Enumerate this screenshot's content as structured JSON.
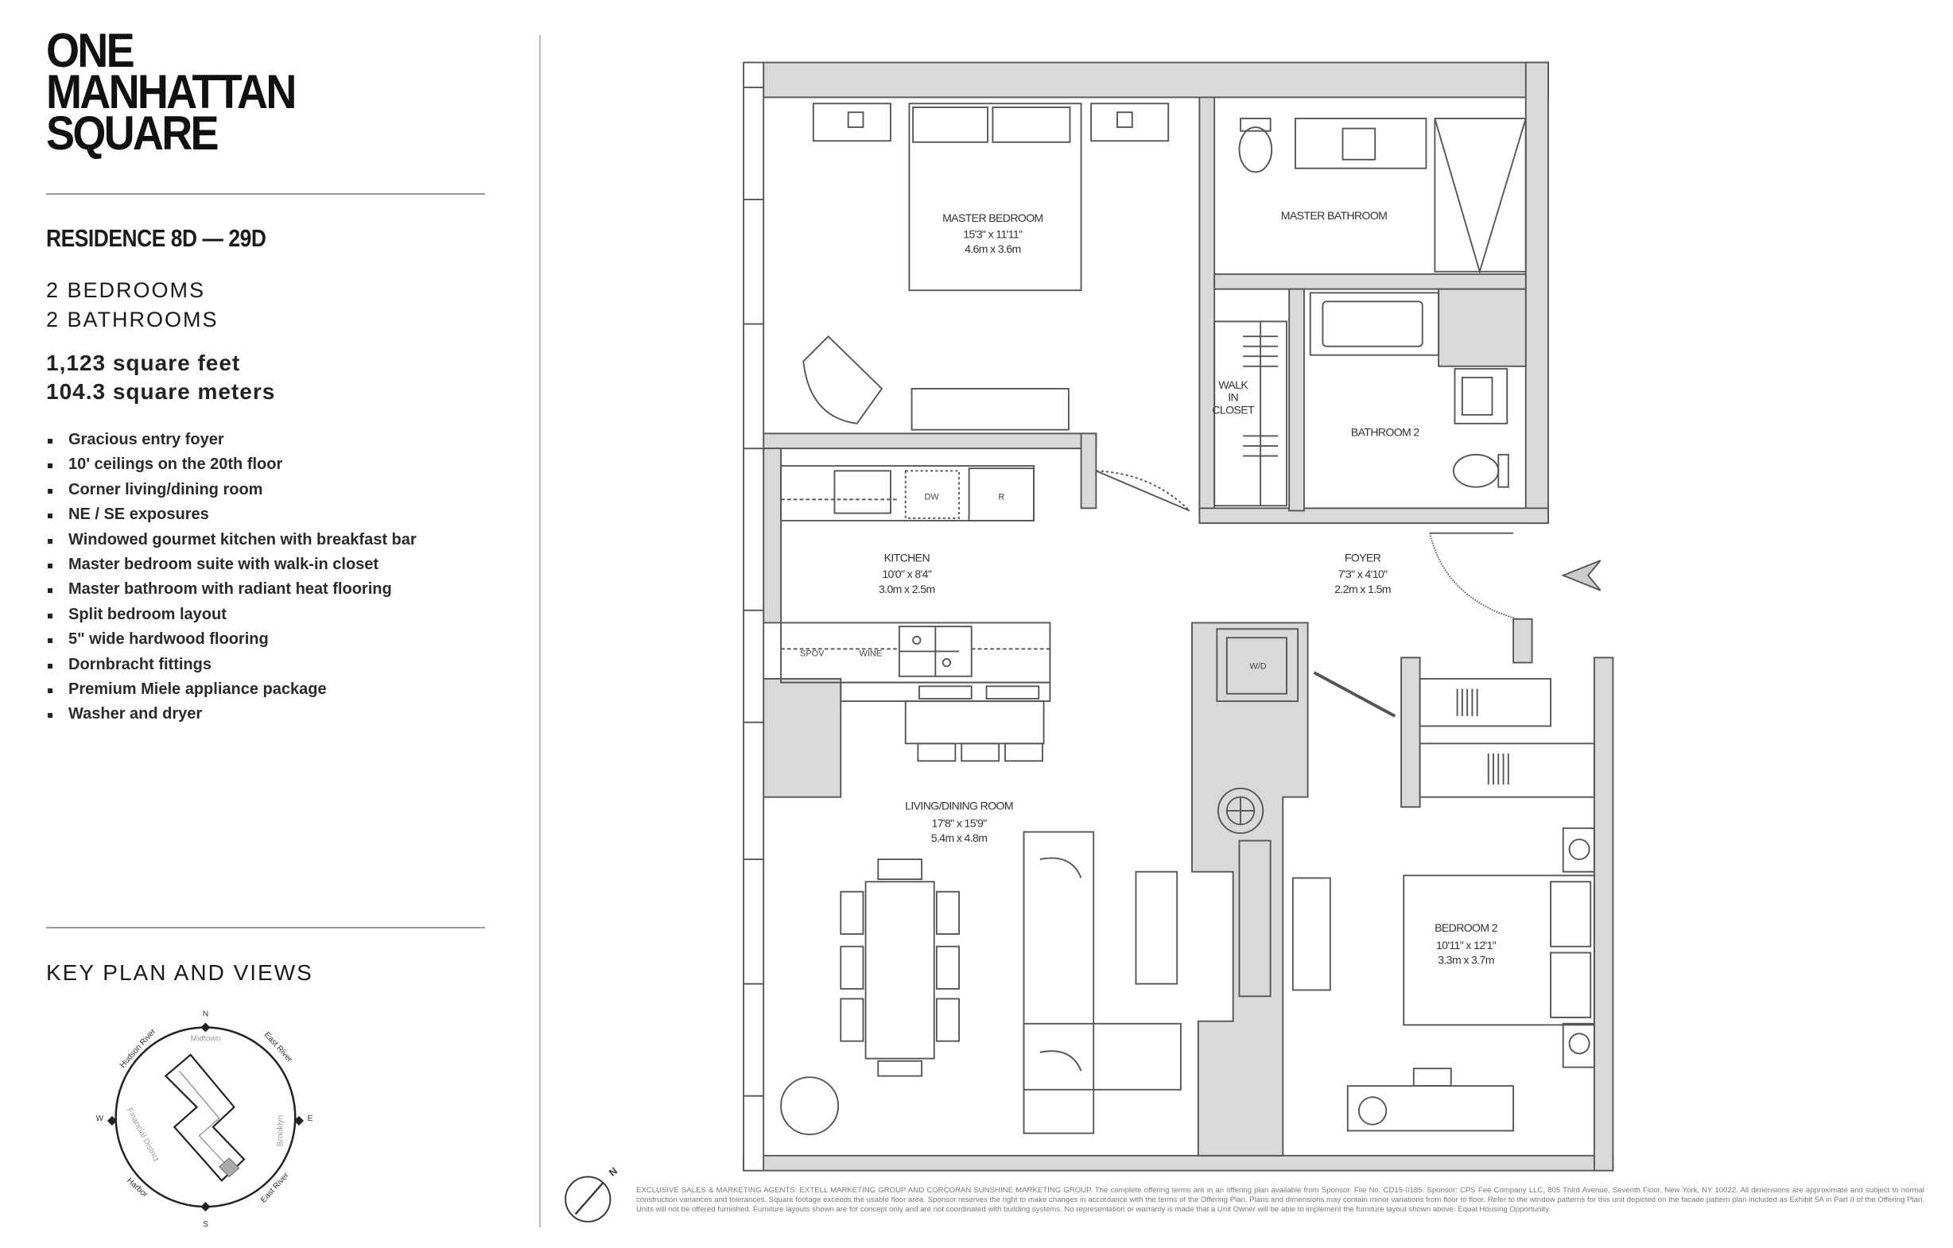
{
  "logo": {
    "lines": [
      "ONE",
      "MANHATTAN",
      "SQUARE"
    ]
  },
  "residence": {
    "title": "RESIDENCE 8D — 29D",
    "bedrooms": "2 BEDROOMS",
    "bathrooms": "2 BATHROOMS",
    "square_feet": "1,123 square feet",
    "square_meters": "104.3 square meters"
  },
  "features": [
    "Gracious entry foyer",
    "10' ceilings on the 20th floor",
    "Corner living/dining room",
    "NE / SE exposures",
    "Windowed gourmet kitchen with breakfast bar",
    "Master bedroom suite with walk-in closet",
    "Master bathroom with radiant heat flooring",
    "Split bedroom layout",
    "5\" wide hardwood flooring",
    "Dornbracht fittings",
    "Premium Miele appliance package",
    "Washer and dryer"
  ],
  "key_plan": {
    "title": "KEY PLAN AND VIEWS",
    "compass": {
      "n": "N",
      "s": "S",
      "e": "E",
      "w": "W"
    },
    "views": {
      "hudson_river": "Hudson River",
      "east_river_top": "East River",
      "midtown": "Midtown",
      "brooklyn": "Brooklyn",
      "financial_district": "Financial District",
      "harbor": "Harbor",
      "east_river_bottom": "East River"
    }
  },
  "rooms": {
    "master_bedroom": {
      "name": "MASTER BEDROOM",
      "imperial": "15'3\" x 11'11\"",
      "metric": "4.6m x 3.6m"
    },
    "master_bathroom": {
      "name": "MASTER BATHROOM"
    },
    "walk_in_closet": {
      "line1": "WALK",
      "line2": "IN",
      "line3": "CLOSET"
    },
    "bathroom_2": {
      "name": "BATHROOM 2"
    },
    "kitchen": {
      "name": "KITCHEN",
      "imperial": "10'0\" x 8'4\"",
      "metric": "3.0m x 2.5m"
    },
    "foyer": {
      "name": "FOYER",
      "imperial": "7'3\" x 4'10\"",
      "metric": "2.2m x 1.5m"
    },
    "living_dining": {
      "name": "LIVING/DINING ROOM",
      "imperial": "17'8\" x 15'9\"",
      "metric": "5.4m x 4.8m"
    },
    "bedroom_2": {
      "name": "BEDROOM 2",
      "imperial": "10'11\" x 12'1\"",
      "metric": "3.3m x 3.7m"
    }
  },
  "fixtures": {
    "dw": "DW",
    "r": "R",
    "spov": "SPOV",
    "wine": "WINE",
    "wd": "W/D"
  },
  "north_label": "N",
  "disclaimer": "EXCLUSIVE SALES & MARKETING AGENTS: EXTELL MARKETING GROUP AND CORCORAN SUNSHINE MARKETING GROUP. The complete offering terms are in an offering plan available from Sponsor. File No. CD15-0185. Sponsor: CPS Fee Company LLC, 805 Third Avenue, Seventh Floor, New York, NY 10022. All dimensions are approximate and subject to normal construction variances and tolerances. Square footage exceeds the usable floor area. Sponsor reserves the right to make changes in accordance with the terms of the Offering Plan. Plans and dimensions may contain minor variations from floor to floor. Refer to the window patterns for this unit depicted on the facade pattern plan included as Exhibit 5A in Part II of the Offering Plan. Units will not be offered furnished. Furniture layouts shown are for concept only and are not coordinated with building systems. No representation or warranty is made that a Unit Owner will be able to implement the furniture layout shown above. Equal Housing Opportunity.",
  "colors": {
    "wall_fill": "#d9d9d9",
    "line": "#555555",
    "text": "#1a1a1a"
  }
}
